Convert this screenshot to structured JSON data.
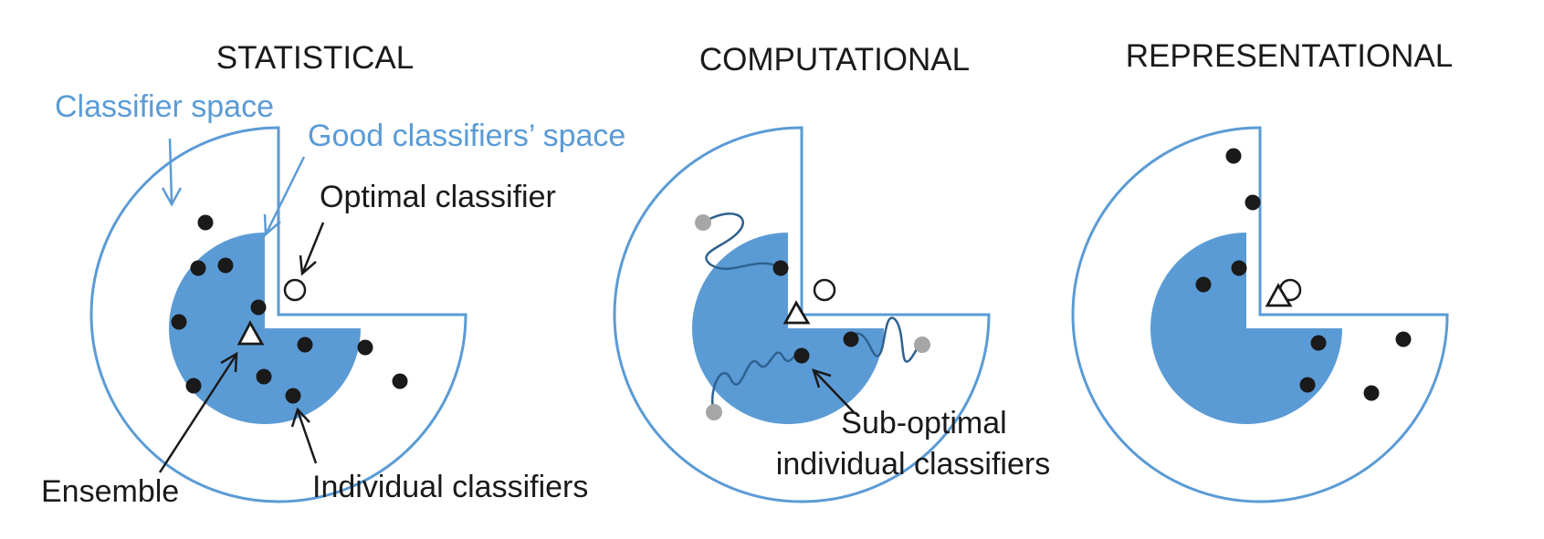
{
  "panels": [
    {
      "title": "STATISTICAL"
    },
    {
      "title": "COMPUTATIONAL"
    },
    {
      "title": "REPRESENTATIONAL"
    }
  ],
  "labels": {
    "classifier_space": "Classifier space",
    "good_space": "Good classifiers’ space",
    "optimal": "Optimal classifier",
    "ensemble": "Ensemble",
    "individual": "Individual classifiers",
    "suboptimal_line1": "Sub-optimal",
    "suboptimal_line2": "individual classifiers"
  },
  "colors": {
    "space_outline": "#5b9bd5",
    "good_space_fill": "#5b9bd5",
    "classifier_dot": "#1a1a1a",
    "start_point": "#a6a6a6",
    "search_path": "#2e6290"
  }
}
